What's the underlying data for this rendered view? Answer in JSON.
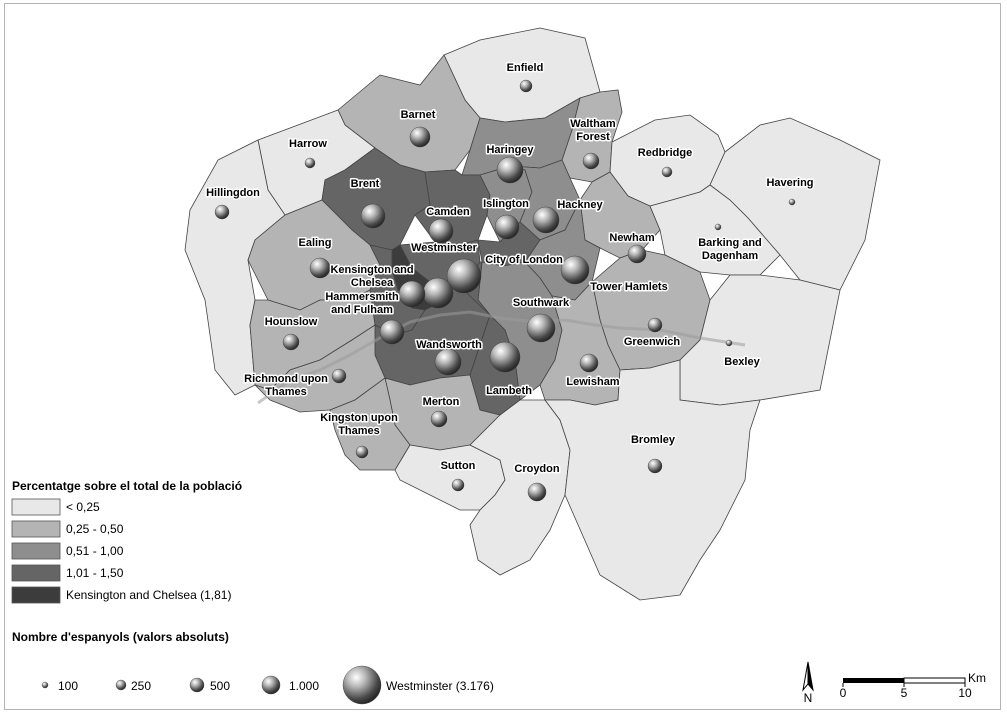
{
  "colors": {
    "class1": "#e8e8e8",
    "class2": "#b4b4b4",
    "class3": "#8e8e8e",
    "class4": "#656565",
    "class5": "#3c3c3c",
    "boundary": "#444444",
    "water": "#9a9a9a"
  },
  "boroughs": [
    {
      "id": "enfield",
      "label": "Enfield",
      "cls": 1
    },
    {
      "id": "barnet",
      "label": "Barnet",
      "cls": 2
    },
    {
      "id": "harrow",
      "label": "Harrow",
      "cls": 1
    },
    {
      "id": "waltham",
      "label": "Waltham\nForest",
      "cls": 2
    },
    {
      "id": "redbridge",
      "label": "Redbridge",
      "cls": 1
    },
    {
      "id": "havering",
      "label": "Havering",
      "cls": 1
    },
    {
      "id": "haringey",
      "label": "Haringey",
      "cls": 3
    },
    {
      "id": "hillingdon",
      "label": "Hillingdon",
      "cls": 1
    },
    {
      "id": "brent",
      "label": "Brent",
      "cls": 4
    },
    {
      "id": "camden",
      "label": "Camden",
      "cls": 4
    },
    {
      "id": "islington",
      "label": "Islington",
      "cls": 3
    },
    {
      "id": "hackney",
      "label": "Hackney",
      "cls": 3
    },
    {
      "id": "ealing",
      "label": "Ealing",
      "cls": 2
    },
    {
      "id": "westminster",
      "label": "Westminster",
      "cls": 4
    },
    {
      "id": "city",
      "label": "City of London",
      "cls": 4
    },
    {
      "id": "newham",
      "label": "Newham",
      "cls": 2
    },
    {
      "id": "barking",
      "label": "Barking and\nDagenham",
      "cls": 1
    },
    {
      "id": "kensington",
      "label": "Kensington and\nChelsea",
      "cls": 5
    },
    {
      "id": "towerhamlets",
      "label": "Tower Hamlets",
      "cls": 3
    },
    {
      "id": "hammersmith",
      "label": "Hammersmith\nand Fulham",
      "cls": 4
    },
    {
      "id": "southwark",
      "label": "Southwark",
      "cls": 3
    },
    {
      "id": "hounslow",
      "label": "Hounslow",
      "cls": 2
    },
    {
      "id": "greenwich",
      "label": "Greenwich",
      "cls": 2
    },
    {
      "id": "bexley",
      "label": "Bexley",
      "cls": 1
    },
    {
      "id": "wandsworth",
      "label": "Wandsworth",
      "cls": 4
    },
    {
      "id": "lambeth",
      "label": "Lambeth",
      "cls": 4
    },
    {
      "id": "lewisham",
      "label": "Lewisham",
      "cls": 2
    },
    {
      "id": "richmond",
      "label": "Richmond upon\nThames",
      "cls": 2
    },
    {
      "id": "merton",
      "label": "Merton",
      "cls": 2
    },
    {
      "id": "kingston",
      "label": "Kingston upon\nThames",
      "cls": 2
    },
    {
      "id": "sutton",
      "label": "Sutton",
      "cls": 1
    },
    {
      "id": "croydon",
      "label": "Croydon",
      "cls": 1
    },
    {
      "id": "bromley",
      "label": "Bromley",
      "cls": 1
    }
  ],
  "legend": {
    "pct_title": "Percentatge sobre el total de la població",
    "pct_classes": [
      "< 0,25",
      "0,25 - 0,50",
      "0,51 - 1,00",
      "1,01 - 1,50",
      "Kensington and Chelsea (1,81)"
    ],
    "abs_title": "Nombre d'espanyols (valors absoluts)",
    "abs_items": [
      "100",
      "250",
      "500",
      "1.000",
      "Westminster (3.176)"
    ]
  },
  "north": "N",
  "scalebar": {
    "ticks": [
      "0",
      "5",
      "10"
    ],
    "unit": "Km"
  }
}
